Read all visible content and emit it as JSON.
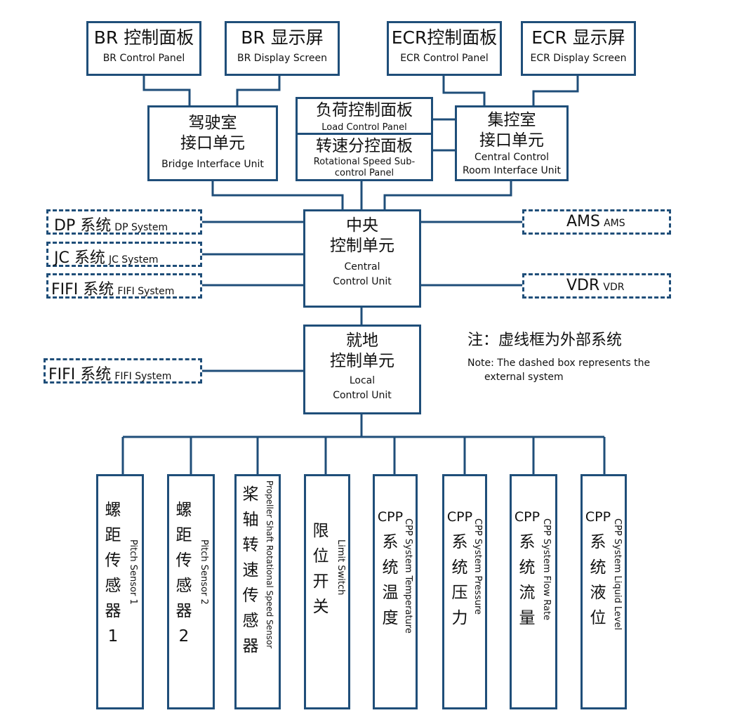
{
  "top_panels": {
    "br_control": {
      "zh": "BR 控制面板",
      "en": "BR Control Panel"
    },
    "br_display": {
      "zh": "BR 显示屏",
      "en": "BR Display Screen"
    },
    "ecr_control": {
      "zh": "ECR控制面板",
      "en": "ECR Control Panel"
    },
    "ecr_display": {
      "zh": "ECR 显示屏",
      "en": "ECR Display Screen"
    }
  },
  "bridge_unit": {
    "zh1": "驾驶室",
    "zh2": "接口单元",
    "en": "Bridge Interface Unit"
  },
  "load_panel": {
    "zh": "负荷控制面板",
    "en": "Load Control Panel"
  },
  "speed_panel": {
    "zh": "转速分控面板",
    "en1": "Rotational Speed Sub-",
    "en2": "control Panel"
  },
  "central_room_unit": {
    "zh1": "集控室",
    "zh2": "接口单元",
    "en1": "Central Control",
    "en2": "Room Interface Unit"
  },
  "central_unit": {
    "zh1": "中央",
    "zh2": "控制单元",
    "en1": "Central",
    "en2": "Control Unit"
  },
  "local_unit": {
    "zh1": "就地",
    "zh2": "控制单元",
    "en1": "Local",
    "en2": "Control Unit"
  },
  "external": {
    "dp": {
      "zh": "DP 系统",
      "en": "DP System"
    },
    "jc": {
      "zh": "JC 系统",
      "en": "JC System"
    },
    "fifi1": {
      "zh": "FIFI 系统",
      "en": "FIFI System"
    },
    "fifi2": {
      "zh": "FIFI 系统",
      "en": "FIFI System"
    },
    "ams": {
      "zh": "AMS",
      "en": "AMS"
    },
    "vdr": {
      "zh": "VDR",
      "en": "VDR"
    }
  },
  "note": {
    "zh": "注：虚线框为外部系统",
    "en1": "Note: The dashed box represents the",
    "en2": "external system"
  },
  "sensors": [
    {
      "zh": [
        "螺",
        "距",
        "传",
        "感",
        "器",
        "1"
      ],
      "en": "Pitch Sensor 1"
    },
    {
      "zh": [
        "螺",
        "距",
        "传",
        "感",
        "器",
        "2"
      ],
      "en": "Pitch Sensor 2"
    },
    {
      "zh": [
        "桨",
        "轴",
        "转",
        "速",
        "传",
        "感",
        "器"
      ],
      "en": "Propeller Shaft Rotational Speed Sensor"
    },
    {
      "zh": [
        "限",
        "位",
        "开",
        "关"
      ],
      "en": "Limit Switch"
    },
    {
      "zh": [
        "CPP",
        "系",
        "统",
        "温",
        "度"
      ],
      "en": "CPP System Temperature"
    },
    {
      "zh": [
        "CPP",
        "系",
        "统",
        "压",
        "力"
      ],
      "en": "CPP System Pressure"
    },
    {
      "zh": [
        "CPP",
        "系",
        "统",
        "流",
        "量"
      ],
      "en": "CPP System Flow Rate"
    },
    {
      "zh": [
        "CPP",
        "系",
        "统",
        "液",
        "位"
      ],
      "en": "CPP System Liquid Level"
    }
  ],
  "colors": {
    "line": "#1f4e79"
  }
}
